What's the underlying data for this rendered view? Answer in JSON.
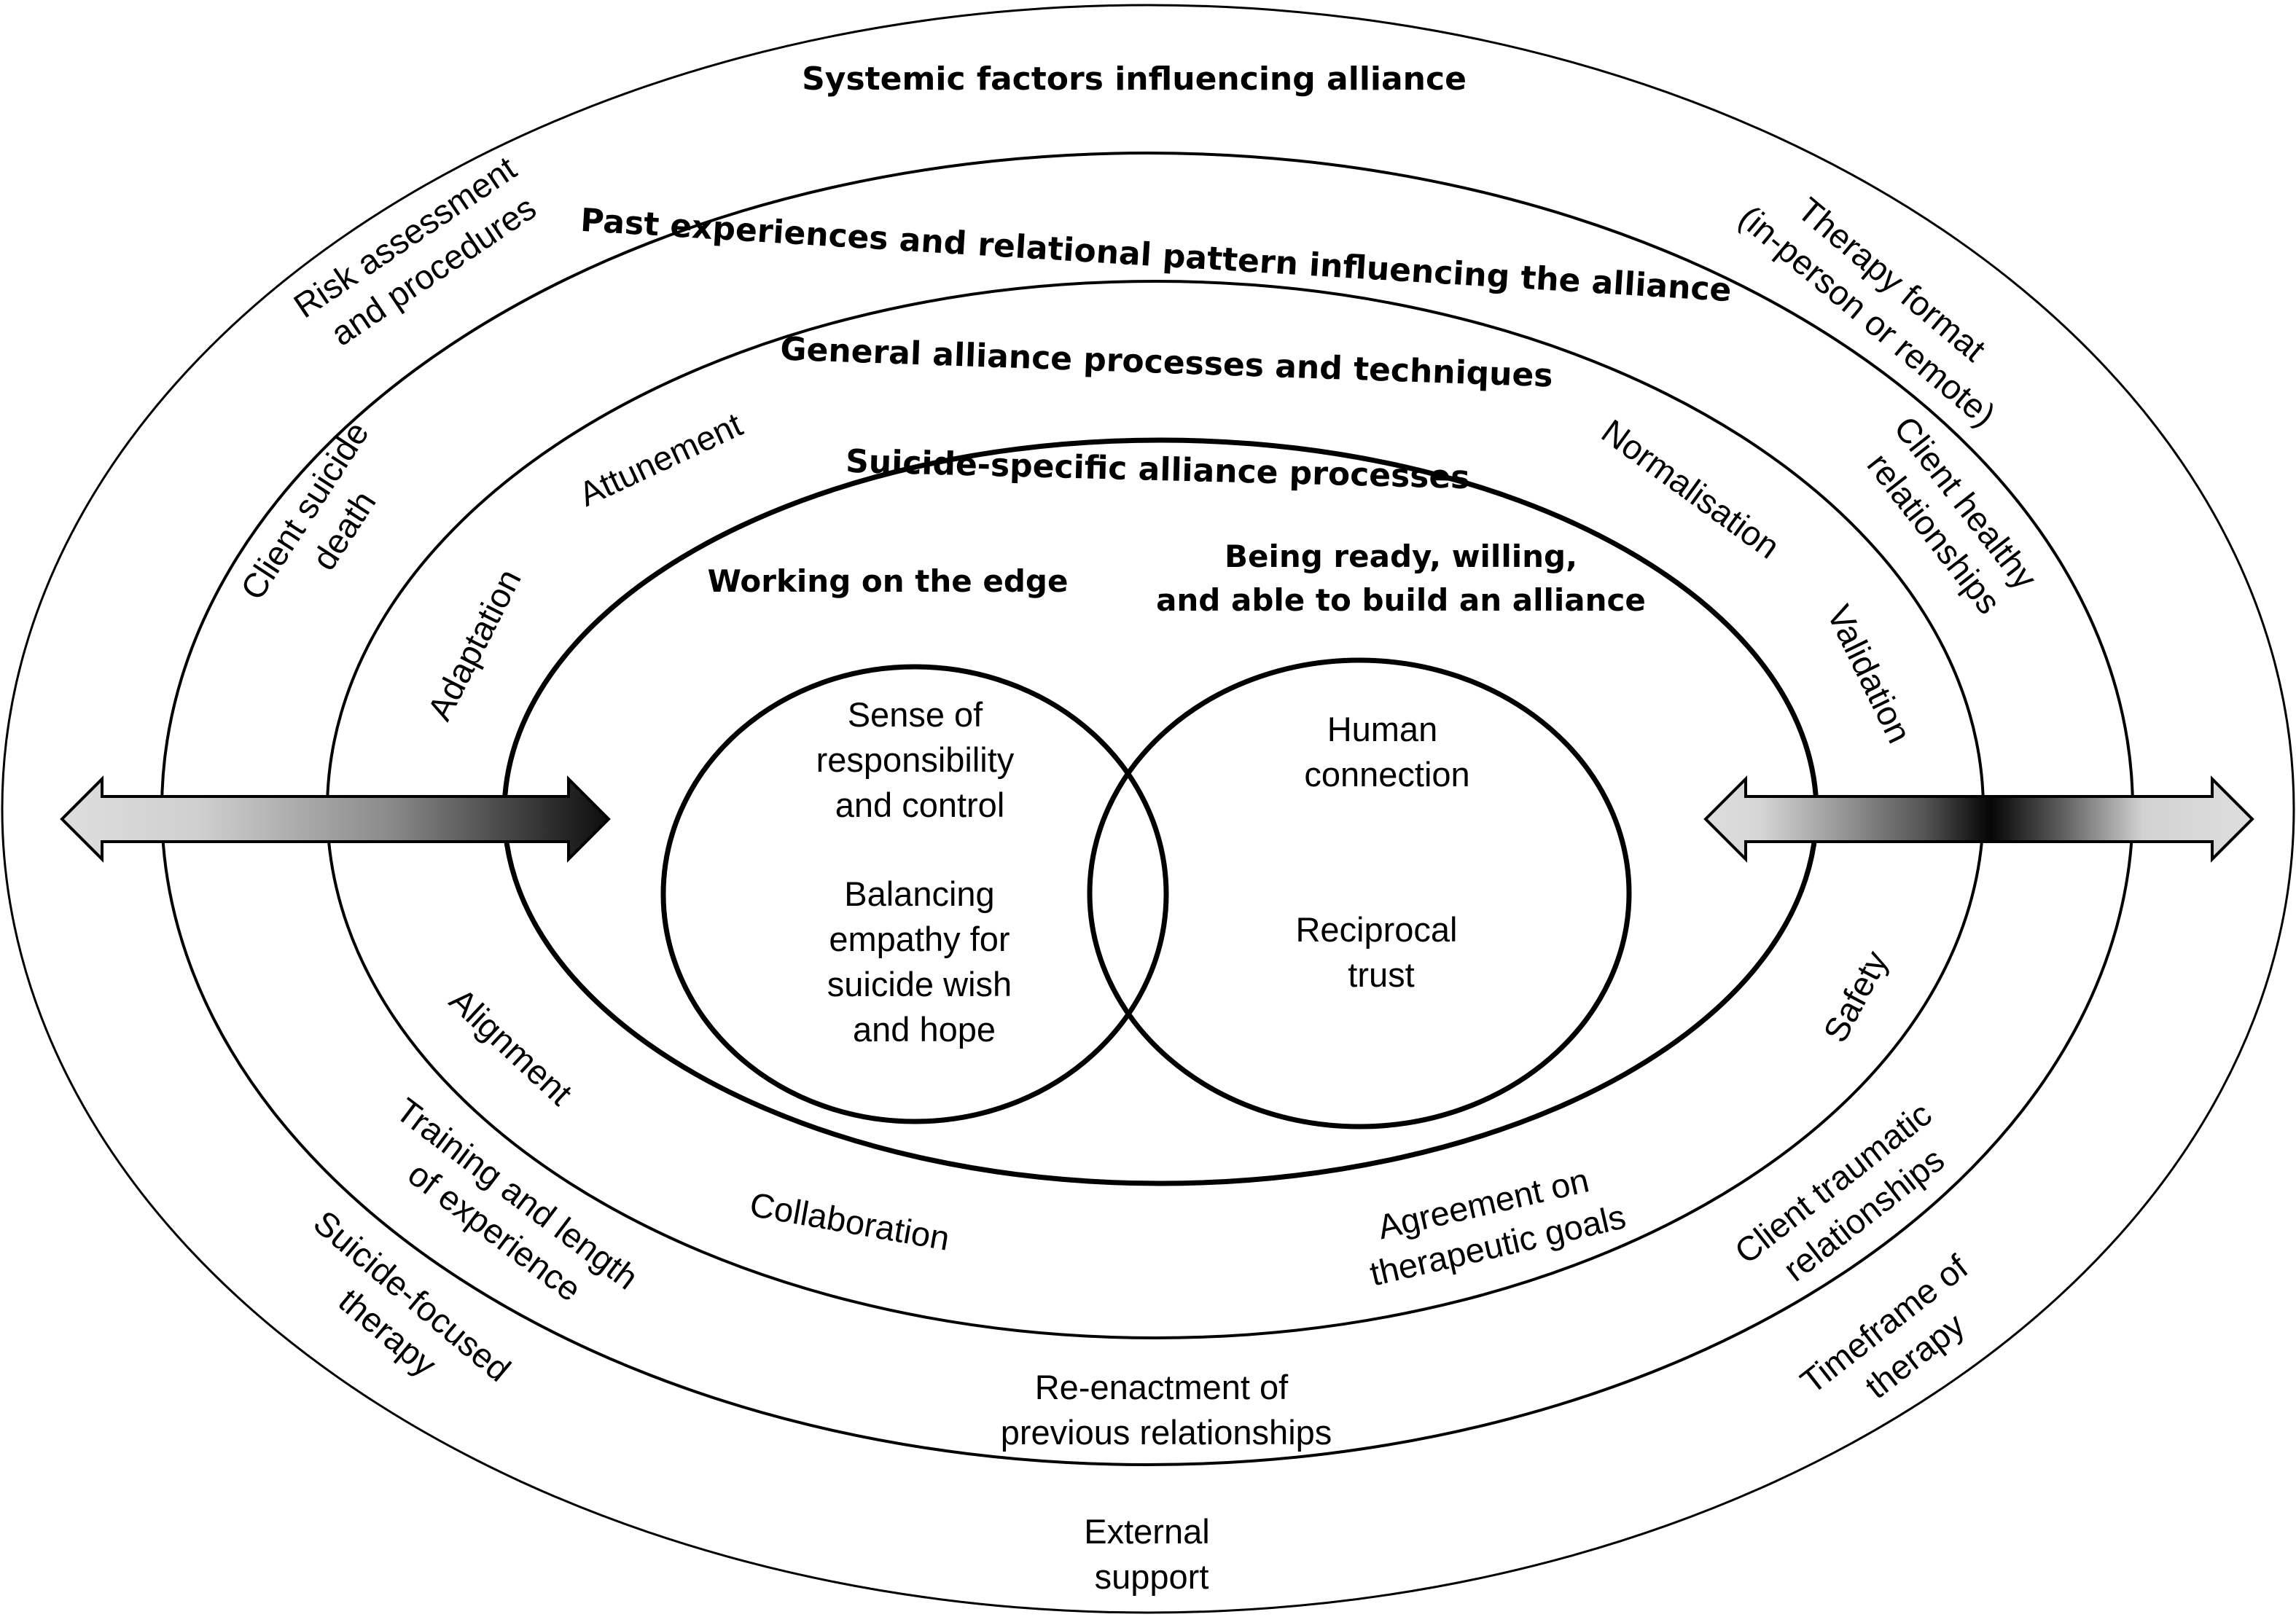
{
  "headings": {
    "systemic": "Systemic factors influencing alliance",
    "past": "Past experiences and relational pattern influencing the alliance",
    "general": "General alliance processes and techniques",
    "specific": "Suicide-specific alliance processes"
  },
  "subheadings": {
    "edge": "Working on the edge",
    "ready_line1": "Being ready, willing,",
    "ready_line2": "and able to build an alliance"
  },
  "left_circle": {
    "item1": [
      "Sense of",
      "responsibility",
      "and control"
    ],
    "item2": [
      "Balancing",
      "empathy for",
      "suicide wish",
      "and hope"
    ]
  },
  "right_circle": {
    "item1": [
      "Human",
      "connection"
    ],
    "item2": [
      "Reciprocal",
      "trust"
    ]
  },
  "general_processes": {
    "attunement": "Attunement",
    "adaptation": "Adaptation",
    "alignment": "Alignment",
    "collaboration": "Collaboration",
    "agreement": [
      "Agreement on",
      "therapeutic goals"
    ],
    "safety": "Safety",
    "validation": "Validation",
    "normalisation": "Normalisation"
  },
  "past_experiences": {
    "client_suicide_death": [
      "Client suicide",
      "death"
    ],
    "training": [
      "Training and length",
      "of experience"
    ],
    "reenactment": [
      "Re-enactment of",
      "previous relationships"
    ],
    "traumatic": [
      "Client traumatic",
      "relationships"
    ],
    "healthy": [
      "Client healthy",
      "relationships"
    ]
  },
  "systemic_factors": {
    "risk": [
      "Risk assessment",
      "and procedures"
    ],
    "therapy_format": [
      "Therapy format",
      "(in-person or remote)"
    ],
    "suicide_focused": [
      "Suicide-focused",
      "therapy"
    ],
    "external": [
      "External",
      "support"
    ],
    "timeframe": [
      "Timeframe of",
      "therapy"
    ]
  }
}
